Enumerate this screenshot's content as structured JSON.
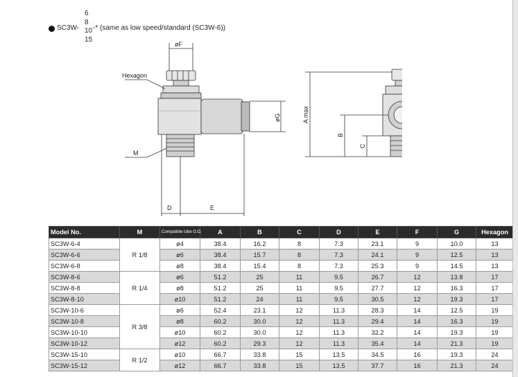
{
  "heading": {
    "prefix": "SC3W-",
    "sizes": [
      "6",
      "8",
      "10",
      "15"
    ],
    "suffix": "-* (same as low speed/standard (SC3W-6))"
  },
  "drawing": {
    "labels": {
      "phiF": "øF",
      "hexagon": "Hexagon",
      "phiG": "øG",
      "m": "M",
      "d": "D",
      "e": "E",
      "amax": "A max",
      "b": "B",
      "c": "C"
    }
  },
  "table": {
    "headers": [
      "Model No.",
      "M",
      "Compatible tube O.D.",
      "A",
      "B",
      "C",
      "D",
      "E",
      "F",
      "G",
      "Hexagon"
    ],
    "groups": [
      {
        "m": "R 1/8",
        "rows": [
          [
            "SC3W-6-4",
            "ø4",
            "38.4",
            "16.2",
            "8",
            "7.3",
            "23.1",
            "9",
            "10.0",
            "13"
          ],
          [
            "SC3W-6-6",
            "ø6",
            "38.4",
            "15.7",
            "8",
            "7.3",
            "24.1",
            "9",
            "12.5",
            "13"
          ],
          [
            "SC3W-6-8",
            "ø8",
            "38.4",
            "15.4",
            "8",
            "7.3",
            "25.3",
            "9",
            "14.5",
            "13"
          ]
        ]
      },
      {
        "m": "R 1/4",
        "rows": [
          [
            "SC3W-8-6",
            "ø6",
            "51.2",
            "25",
            "11",
            "9.5",
            "26.7",
            "12",
            "13.8",
            "17"
          ],
          [
            "SC3W-8-8",
            "ø8",
            "51.2",
            "25",
            "11",
            "9.5",
            "27.7",
            "12",
            "16.3",
            "17"
          ],
          [
            "SC3W-8-10",
            "ø10",
            "51.2",
            "24",
            "11",
            "9.5",
            "30.5",
            "12",
            "19.3",
            "17"
          ]
        ]
      },
      {
        "m": "R 3/8",
        "rows": [
          [
            "SC3W-10-6",
            "ø6",
            "52.4",
            "23.1",
            "12",
            "11.3",
            "28.3",
            "14",
            "12.5",
            "19"
          ],
          [
            "SC3W-10-8",
            "ø8",
            "60.2",
            "30.0",
            "12",
            "11.3",
            "29.4",
            "14",
            "16.3",
            "19"
          ],
          [
            "SC3W-10-10",
            "ø10",
            "60.2",
            "30.0",
            "12",
            "11.3",
            "32.2",
            "14",
            "19.3",
            "19"
          ],
          [
            "SC3W-10-12",
            "ø12",
            "60.2",
            "29.3",
            "12",
            "11.3",
            "35.4",
            "14",
            "21.3",
            "19"
          ]
        ]
      },
      {
        "m": "R 1/2",
        "rows": [
          [
            "SC3W-15-10",
            "ø10",
            "66.7",
            "33.8",
            "15",
            "13.5",
            "34.5",
            "16",
            "19.3",
            "24"
          ],
          [
            "SC3W-15-12",
            "ø12",
            "66.7",
            "33.8",
            "15",
            "13.5",
            "37.7",
            "16",
            "21.3",
            "24"
          ]
        ]
      }
    ]
  }
}
